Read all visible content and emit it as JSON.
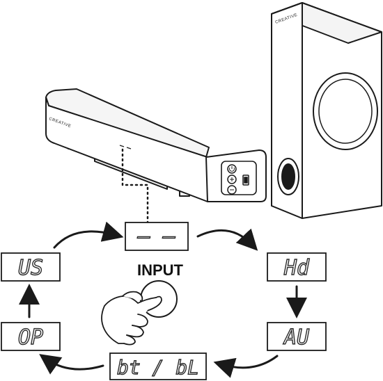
{
  "brand": {
    "soundbar_logo": "CREATIVE",
    "subwoofer_logo": "CREATIVE"
  },
  "soundbar": {
    "front_display": "– –",
    "buttons": [
      "power-button",
      "volume-up-button",
      "volume-down-button",
      "usb-port"
    ]
  },
  "input_button": {
    "label": "INPUT"
  },
  "display_modes": [
    {
      "id": "off",
      "text": "– –"
    },
    {
      "id": "hdmi",
      "text": "Hd"
    },
    {
      "id": "aux",
      "text": "AU"
    },
    {
      "id": "bluetooth",
      "text": "bt / bL"
    },
    {
      "id": "optical",
      "text": "OP"
    },
    {
      "id": "usb",
      "text": "US"
    }
  ],
  "colors": {
    "line": "#1a1a1a",
    "background": "#ffffff"
  }
}
